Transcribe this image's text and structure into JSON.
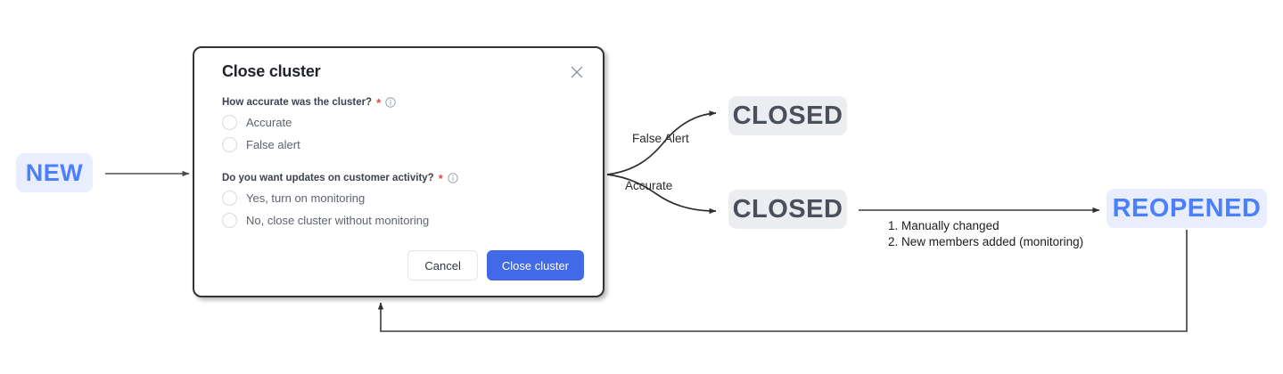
{
  "states": {
    "new": {
      "label": "NEW",
      "text_color": "#4a7fff",
      "bg_color": "#e8eefe"
    },
    "closed_false_alert": {
      "label": "CLOSED",
      "text_color": "#4a4f5c",
      "bg_color": "#ecedf1"
    },
    "closed_accurate": {
      "label": "CLOSED",
      "text_color": "#4a4f5c",
      "bg_color": "#ecedf1"
    },
    "reopened": {
      "label": "REOPENED",
      "text_color": "#4a7fff",
      "bg_color": "#e8eefe"
    }
  },
  "edges": {
    "false_alert_label": "False Alert",
    "accurate_label": "Accurate"
  },
  "annotations": {
    "reopen_reasons": [
      "1. Manually changed",
      "2. New members added (monitoring)"
    ]
  },
  "dialog": {
    "title": "Close cluster",
    "close_icon": "close-icon",
    "questions": [
      {
        "label": "How accurate was the cluster?",
        "required_marker": "*",
        "info_icon": "info-circle-icon",
        "options": [
          {
            "label": "Accurate",
            "selected": false
          },
          {
            "label": "False alert",
            "selected": false
          }
        ]
      },
      {
        "label": "Do you want updates on customer activity?",
        "required_marker": "*",
        "info_icon": "info-circle-icon",
        "options": [
          {
            "label": "Yes, turn on monitoring",
            "selected": false
          },
          {
            "label": "No, close cluster without monitoring",
            "selected": false
          }
        ]
      }
    ],
    "buttons": {
      "cancel": "Cancel",
      "primary": "Close cluster",
      "primary_color": "#4169e8"
    }
  }
}
